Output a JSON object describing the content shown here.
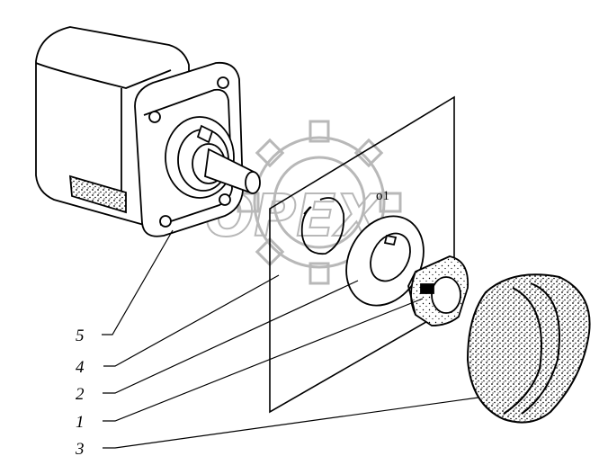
{
  "figure": {
    "plate_label": "o1",
    "watermark_text": "OPEX",
    "callouts": [
      {
        "number": "5",
        "part": "switch-body"
      },
      {
        "number": "4",
        "part": "plate"
      },
      {
        "number": "2",
        "part": "washer"
      },
      {
        "number": "1",
        "part": "nut"
      },
      {
        "number": "3",
        "part": "knob"
      }
    ]
  },
  "colors": {
    "line": "#000000",
    "watermark": "#b8b8b8",
    "background": "#ffffff"
  }
}
